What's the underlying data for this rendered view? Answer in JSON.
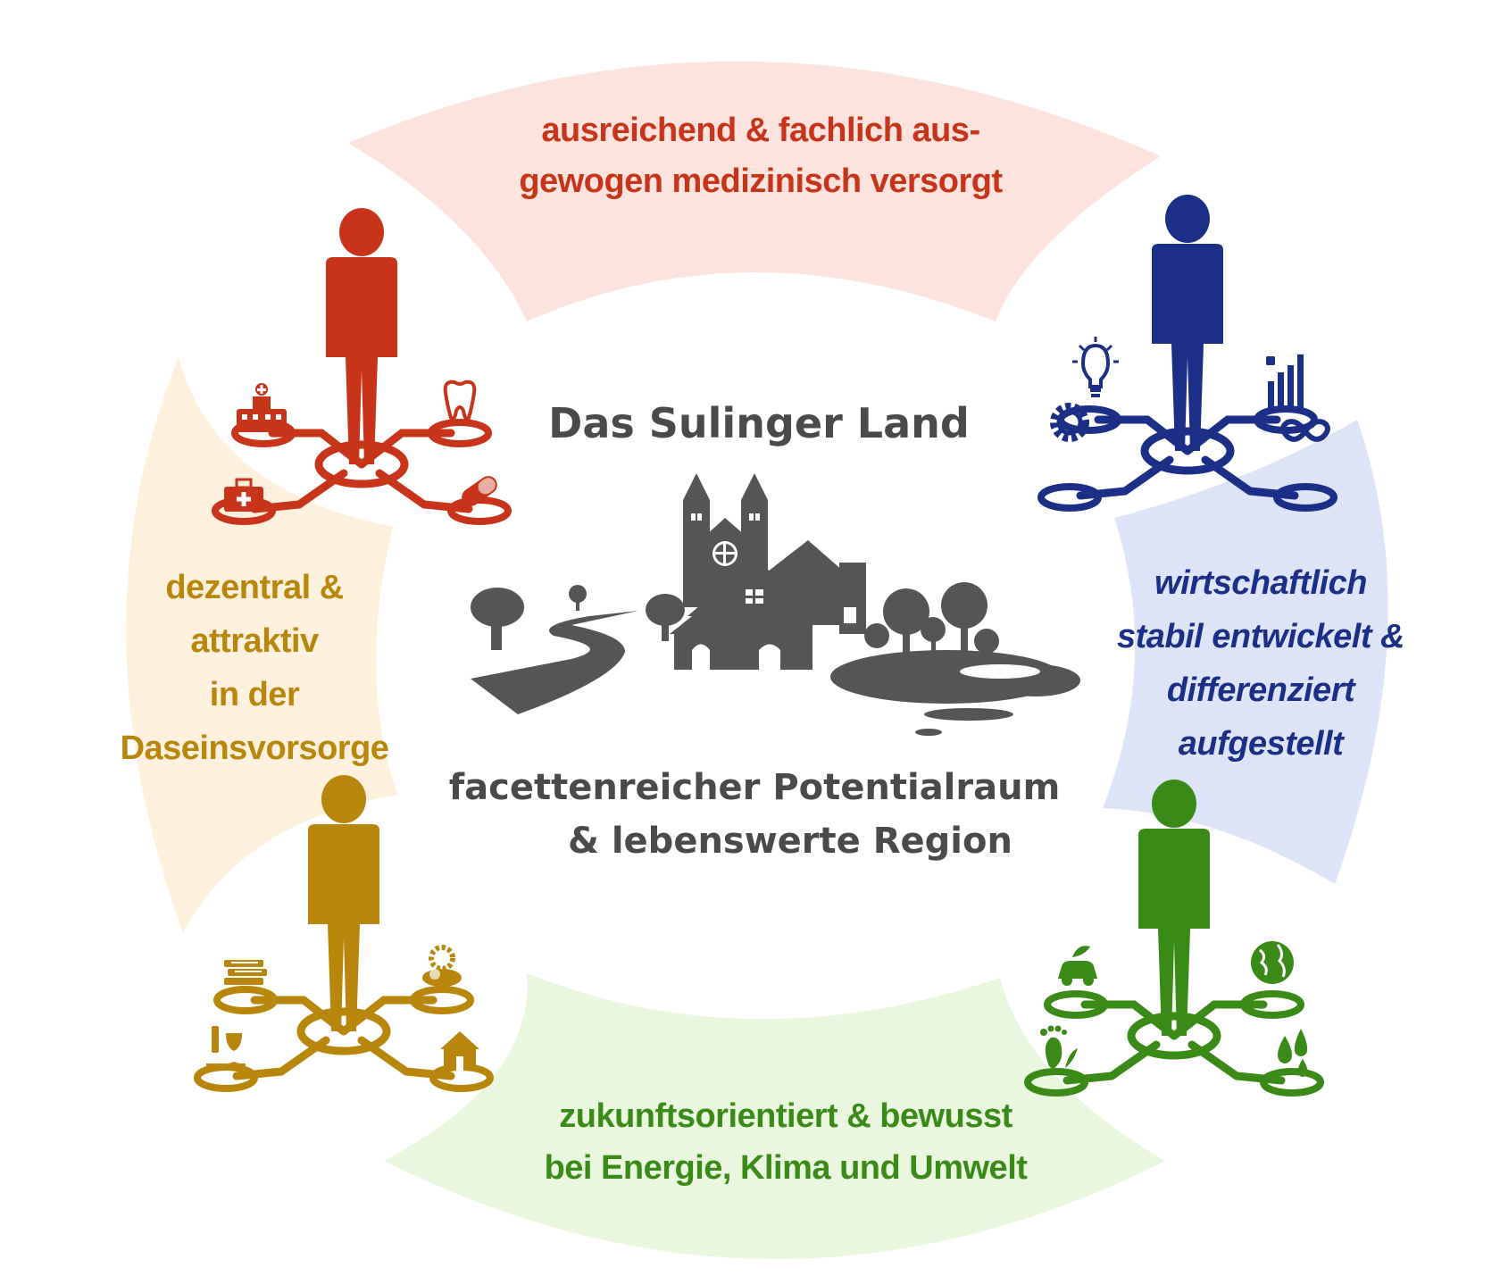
{
  "center": {
    "title": "Das Sulinger Land",
    "subtitle_line1": "facettenreicher Potentialraum",
    "subtitle_line2": "& lebenswerte Region",
    "color": "#4a4a4a"
  },
  "segments": {
    "top": {
      "line1": "ausreichend &  fachlich aus-",
      "line2": "gewogen medizinisch versorgt",
      "color": "#c8341a",
      "band": "#fde3dd"
    },
    "right": {
      "line1": "wirtschaftlich",
      "line2": "stabil entwickelt &",
      "line3": "differenziert",
      "line4": "aufgestellt",
      "color": "#1b2f87",
      "band": "#dde4f8"
    },
    "bottom": {
      "line1": "zukunftsorientiert & bewusst",
      "line2": "bei Energie, Klima und Umwelt",
      "color": "#3a8a17",
      "band": "#e9f7de"
    },
    "left": {
      "line1": "dezentral &",
      "line2": "attraktiv",
      "line3": "in der",
      "line4": "Daseinsvorsorge",
      "color": "#b8860b",
      "band": "#fdf0dc"
    }
  },
  "figures": {
    "health": {
      "color": "#c8341a",
      "icons": [
        "hospital-icon",
        "tooth-icon",
        "first-aid-kit-icon",
        "pill-icon"
      ]
    },
    "economy": {
      "color": "#1b2f87",
      "icons": [
        "lightbulb-icon",
        "bar-chart-icon",
        "gear-icon",
        "infinity-icon"
      ]
    },
    "environment": {
      "color": "#3a8a17",
      "icons": [
        "eco-car-icon",
        "globe-icon",
        "footprint-icon",
        "water-drops-icon"
      ]
    },
    "services": {
      "color": "#b8860b",
      "icons": [
        "books-icon",
        "money-icon",
        "wine-glass-icon",
        "house-icon"
      ]
    }
  }
}
